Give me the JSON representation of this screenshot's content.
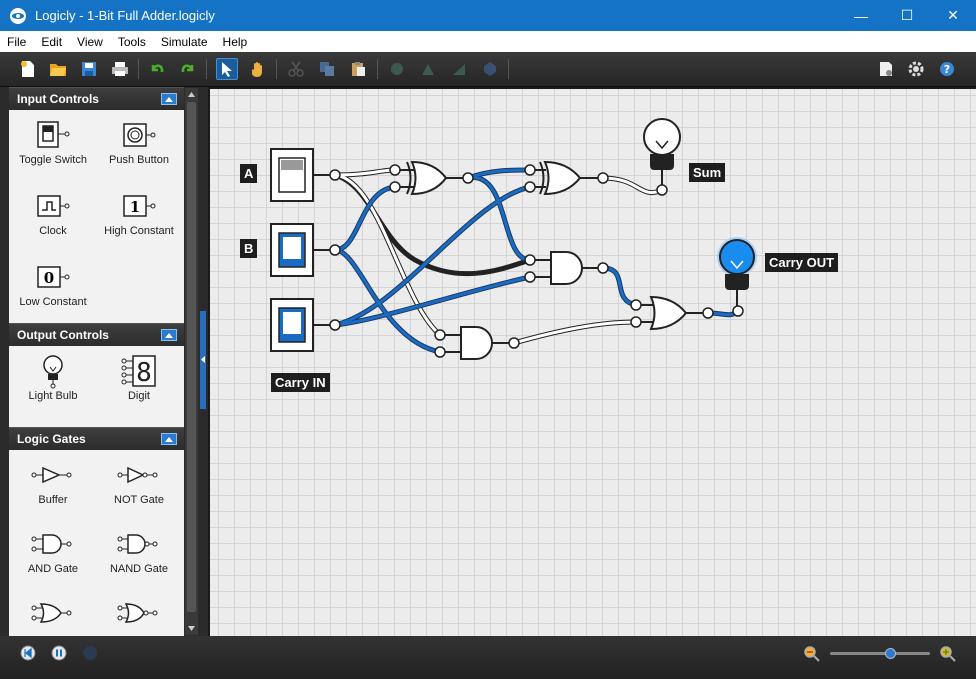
{
  "window": {
    "title": "Logicly - 1-Bit Full Adder.logicly",
    "minimize": "—",
    "maximize": "☐",
    "close": "✕"
  },
  "menu": [
    "File",
    "Edit",
    "View",
    "Tools",
    "Simulate",
    "Help"
  ],
  "panels": {
    "input": {
      "title": "Input Controls",
      "items": [
        "Toggle Switch",
        "Push Button",
        "Clock",
        "High Constant",
        "Low Constant"
      ]
    },
    "output": {
      "title": "Output Controls",
      "items": [
        "Light Bulb",
        "Digit"
      ]
    },
    "gates": {
      "title": "Logic Gates",
      "items": [
        "Buffer",
        "NOT Gate",
        "AND Gate",
        "NAND Gate"
      ]
    }
  },
  "constants": {
    "high": "1",
    "low": "0",
    "digit": "8"
  },
  "circuit": {
    "labels": {
      "a": "A",
      "b": "B",
      "carry_in": "Carry IN",
      "sum": "Sum",
      "carry_out": "Carry OUT"
    }
  },
  "zoom": {
    "level": 0.6
  },
  "colors": {
    "accent": "#1573c6",
    "wire_on": "#1a6bc4",
    "wire_off": "#ffffff"
  }
}
